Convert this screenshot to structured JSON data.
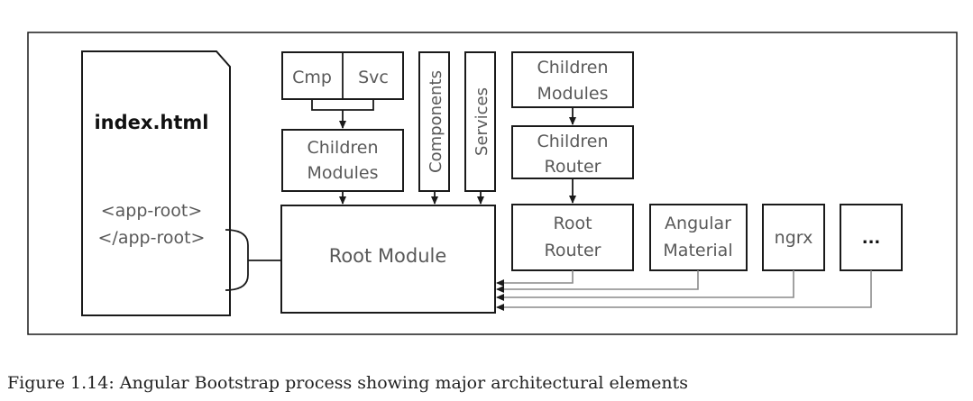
{
  "diagram": {
    "index_title": "index.html",
    "index_tag_open": "<app-root>",
    "index_tag_close": "</app-root>",
    "cmp": "Cmp",
    "svc": "Svc",
    "children_modules_left": [
      "Children",
      "Modules"
    ],
    "components": "Components",
    "services": "Services",
    "children_modules_right": [
      "Children",
      "Modules"
    ],
    "children_router": [
      "Children",
      "Router"
    ],
    "root_module": "Root Module",
    "root_router": [
      "Root",
      "Router"
    ],
    "angular_material": [
      "Angular",
      "Material"
    ],
    "ngrx": "ngrx",
    "ellipsis": "..."
  },
  "caption": "Figure 1.14: Angular Bootstrap process showing major architectural elements"
}
